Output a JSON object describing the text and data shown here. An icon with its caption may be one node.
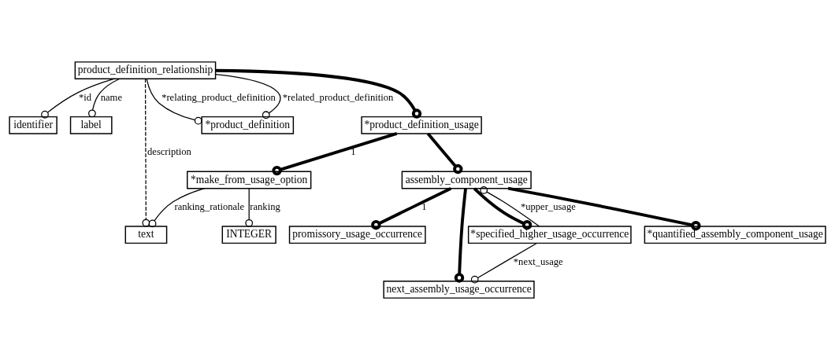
{
  "diagram": {
    "nodes": [
      {
        "text": [
          "identifier"
        ]
      },
      {
        "text": [
          "label"
        ]
      },
      {
        "text": [
          "text"
        ]
      },
      {
        "text": [
          "product_definition_relationship"
        ]
      },
      {
        "text": [
          "*product_definition"
        ]
      },
      {
        "text": [
          "INTEGER"
        ]
      },
      {
        "text": [
          "*product_definition_usage"
        ]
      },
      {
        "text": [
          "*make_from_usage_option"
        ]
      },
      {
        "text": [
          "assembly_component_usage"
        ]
      },
      {
        "text": [
          "promissory_usage_occurrence"
        ]
      },
      {
        "text": [
          "next_assembly_usage_occurrence"
        ]
      },
      {
        "text": [
          "*specified_higher_usage_occurrence"
        ]
      },
      {
        "text": [
          "*quantified_assembly_component_usage"
        ]
      }
    ],
    "edges": [
      {
        "from": 3,
        "to": 0,
        "arrow": "other",
        "label": "*id"
      },
      {
        "from": 3,
        "to": 1,
        "arrow": "other",
        "label": "name"
      },
      {
        "from": 7,
        "to": 2,
        "arrow": "other",
        "label": "ranking_rationale"
      },
      {
        "from": 3,
        "to": 2,
        "arrow": "other",
        "label": "description",
        "style": "dashed"
      },
      {
        "from": 3,
        "to": 4,
        "arrow": "other",
        "label": "*relating_product_definition"
      },
      {
        "from": 3,
        "to": 4,
        "arrow": "other",
        "label": "*related_product_definition"
      },
      {
        "from": 3,
        "to": 6,
        "arrow": "other",
        "style": "thick"
      },
      {
        "from": 6,
        "to": 7,
        "arrow": "other",
        "style": "thick",
        "label": "1"
      },
      {
        "from": 6,
        "to": 8,
        "arrow": "other",
        "style": "thick"
      },
      {
        "from": 7,
        "to": 5,
        "arrow": "other",
        "label": "ranking"
      },
      {
        "from": 8,
        "to": 9,
        "arrow": "other",
        "style": "thick",
        "label": "1"
      },
      {
        "from": 8,
        "to": 10,
        "arrow": "other",
        "style": "thick"
      },
      {
        "from": 8,
        "to": 11,
        "arrow": "other",
        "style": "thick"
      },
      {
        "from": 8,
        "to": 12,
        "arrow": "other",
        "style": "thick"
      },
      {
        "from": 11,
        "to": 8,
        "arrow": "other",
        "label": "*upper_usage"
      },
      {
        "from": 11,
        "to": 10,
        "arrow": "other",
        "label": "*next_usage"
      }
    ]
  }
}
